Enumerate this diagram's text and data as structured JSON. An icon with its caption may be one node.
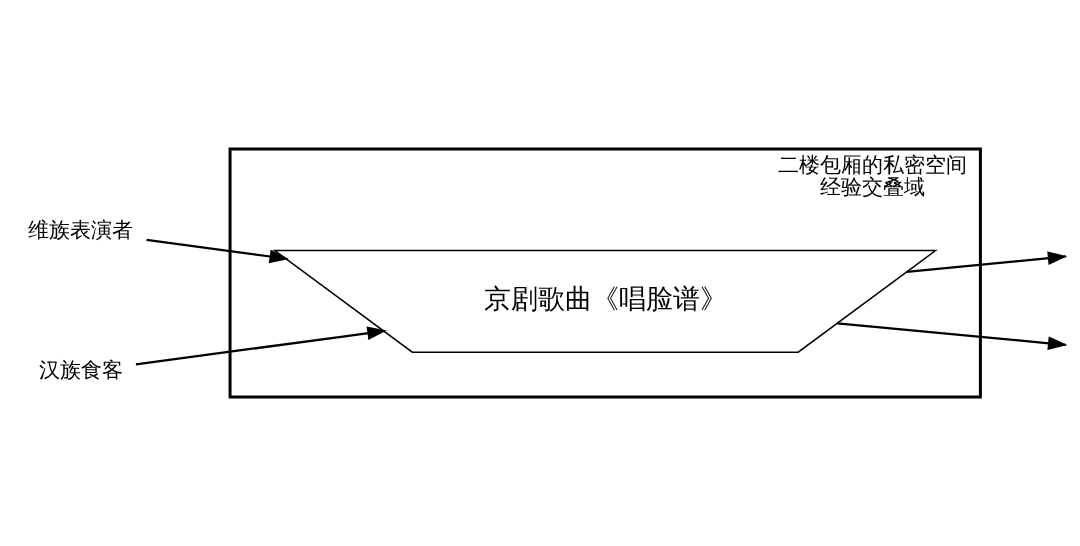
{
  "diagram": {
    "nodes": [
      {
        "text": [
          "二楼包厢的私密空间",
          "经验交叠域"
        ]
      },
      {
        "text": [
          "京剧歌曲《唱脸谱》"
        ],
        "in": 0
      },
      {
        "text": [
          "维族表演者"
        ]
      },
      {
        "text": [
          "汉族食客"
        ]
      }
    ],
    "edges": [
      {
        "from": 2,
        "to": 1,
        "arrow": "to"
      },
      {
        "from": 1,
        "to": null,
        "arrow": "to"
      },
      {
        "from": 3,
        "to": 1,
        "arrow": "to"
      },
      {
        "from": 1,
        "to": null,
        "arrow": "to"
      }
    ]
  }
}
